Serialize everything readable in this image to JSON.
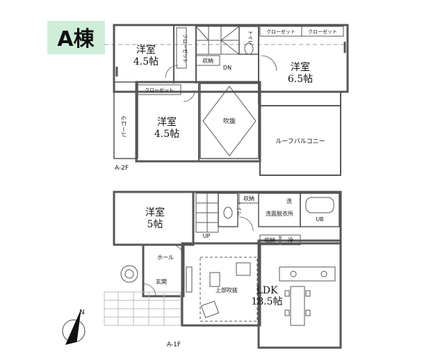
{
  "building": {
    "title": "A棟",
    "badge_color": "#cfeed8"
  },
  "floor2": {
    "label": "A-2F",
    "rooms": {
      "yoshitsu_a": {
        "name": "洋室",
        "size": "4.5帖"
      },
      "yoshitsu_b": {
        "name": "洋室",
        "size": "6.5帖"
      },
      "yoshitsu_c": {
        "name": "洋室",
        "size": "4.5帖"
      },
      "fukinuke": {
        "name": "吹抜"
      },
      "roof_balcony": {
        "name": "ルーフバルコニー"
      },
      "pergola": {
        "name": "パーゴラ"
      }
    },
    "closet_vertical": "クローゼット",
    "closets": [
      "クローゼット",
      "クローゼット",
      "クローゼット"
    ],
    "storage": "収納",
    "toilet": "トイレ",
    "stair": "DN"
  },
  "floor1": {
    "label": "A-1F",
    "rooms": {
      "yoshitsu": {
        "name": "洋室",
        "size": "5帖"
      },
      "hall": {
        "name": "ホール"
      },
      "genkan": {
        "name": "玄関"
      },
      "senmen": {
        "name": "洗面脱衣所"
      },
      "ldk": {
        "name": "LDK",
        "size": "18.5帖"
      },
      "upper_fukinuke": {
        "name": "上部吹抜"
      }
    },
    "storage_1": "収納",
    "storage_2": "収納",
    "wash": "洗",
    "ub": "UB",
    "fridge": "冷",
    "toilet": "トイレ",
    "stair": "UP"
  },
  "compass": {
    "north": "N"
  }
}
